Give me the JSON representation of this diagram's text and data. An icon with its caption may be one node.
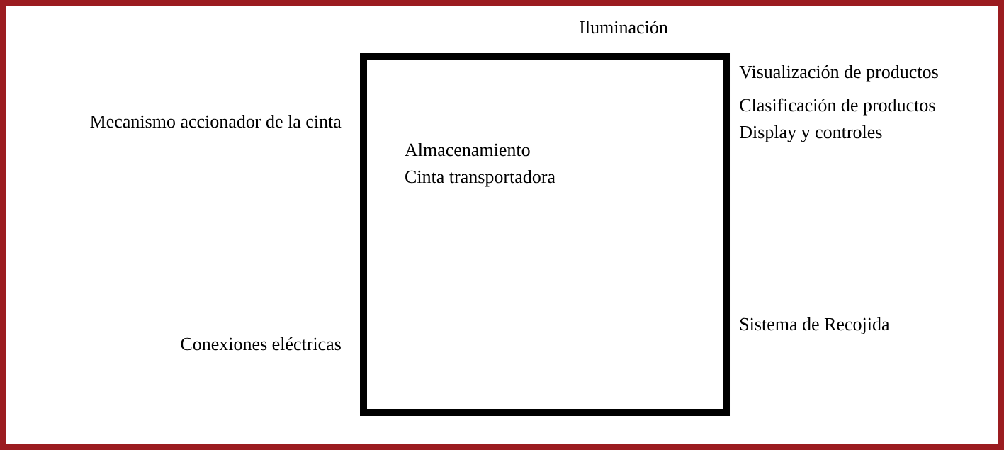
{
  "diagram": {
    "nodes": [
      {
        "text": [
          "Almacenamiento",
          "Cinta transportadora"
        ]
      }
    ],
    "labels": [
      "Iluminación",
      "Visualización de productos",
      "Mecanismo accionador de la cinta",
      "Clasificación de productos",
      "Display y controles",
      "Sistema de Recojida",
      "Conexiones eléctricas"
    ]
  }
}
